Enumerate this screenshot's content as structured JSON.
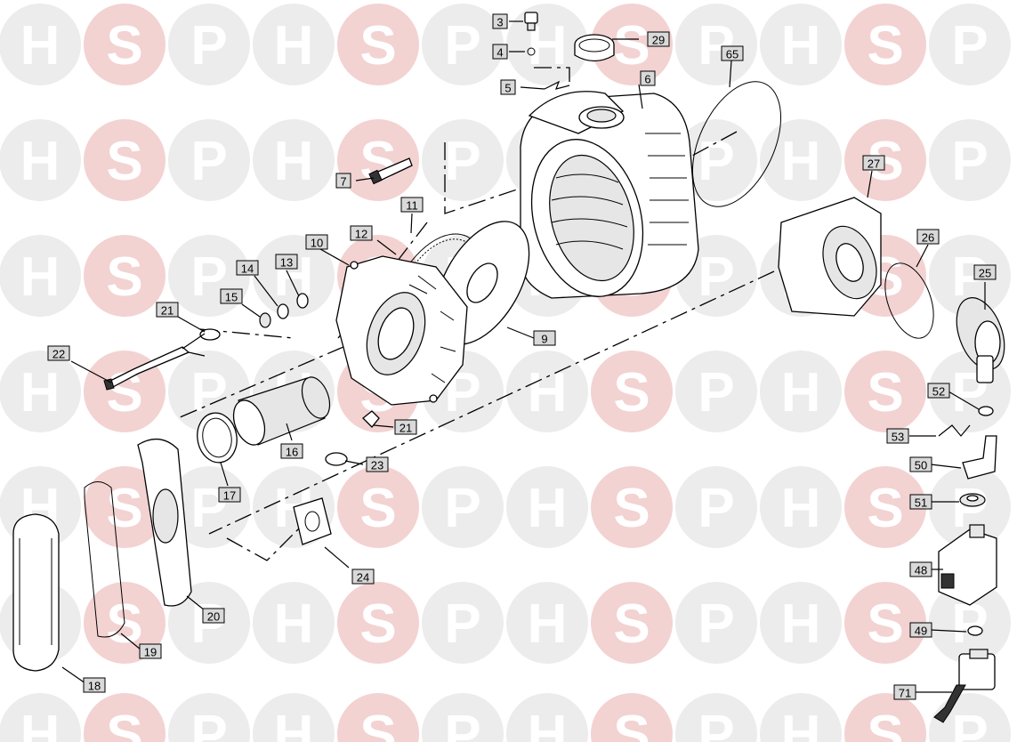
{
  "watermark": {
    "letters": [
      "H",
      "S",
      "P"
    ]
  },
  "colors": {
    "watermark_circle": "#ececec",
    "watermark_circle_s": "#f3d2d2",
    "watermark_letter": "#ffffff",
    "label_fill": "#d9d9d9"
  },
  "parts": [
    {
      "number": "3"
    },
    {
      "number": "4"
    },
    {
      "number": "5"
    },
    {
      "number": "6"
    },
    {
      "number": "7"
    },
    {
      "number": "9"
    },
    {
      "number": "10"
    },
    {
      "number": "11"
    },
    {
      "number": "12"
    },
    {
      "number": "13"
    },
    {
      "number": "14"
    },
    {
      "number": "15"
    },
    {
      "number": "16"
    },
    {
      "number": "17"
    },
    {
      "number": "18"
    },
    {
      "number": "19"
    },
    {
      "number": "20"
    },
    {
      "number": "21"
    },
    {
      "number": "21"
    },
    {
      "number": "22"
    },
    {
      "number": "23"
    },
    {
      "number": "24"
    },
    {
      "number": "25"
    },
    {
      "number": "26"
    },
    {
      "number": "27"
    },
    {
      "number": "29"
    },
    {
      "number": "48"
    },
    {
      "number": "49"
    },
    {
      "number": "50"
    },
    {
      "number": "51"
    },
    {
      "number": "52"
    },
    {
      "number": "53"
    },
    {
      "number": "65"
    },
    {
      "number": "71"
    }
  ]
}
